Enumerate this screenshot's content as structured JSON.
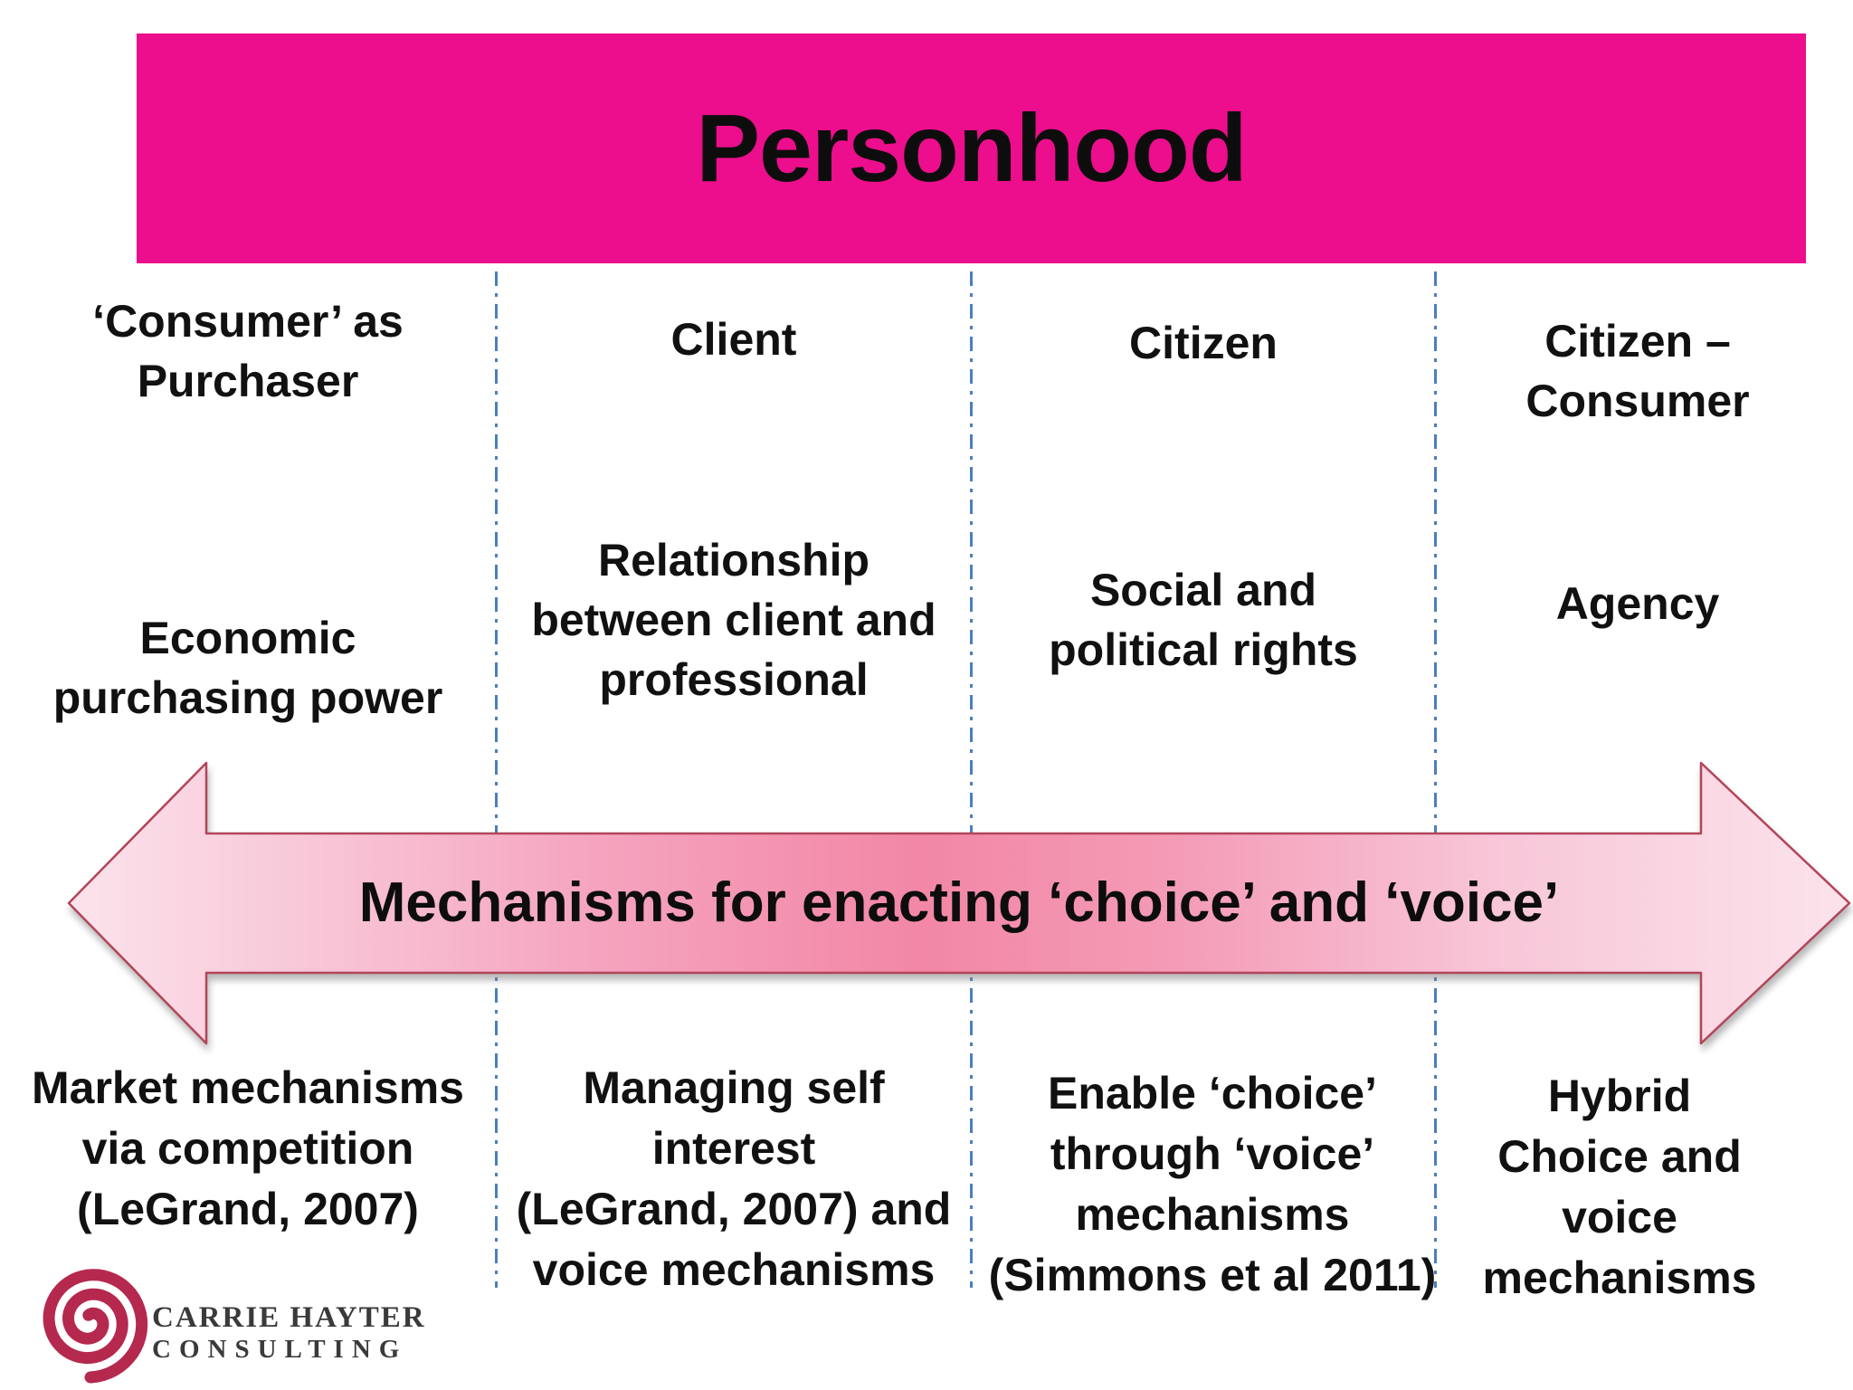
{
  "title": "Personhood",
  "columns": [
    {
      "persona": "‘Consumer’ as\nPurchaser",
      "basis": "Economic\npurchasing power",
      "mechanism": "Market mechanisms\nvia competition\n(LeGrand, 2007)"
    },
    {
      "persona": "Client",
      "basis": "Relationship\nbetween client and\nprofessional",
      "mechanism": "Managing self\ninterest\n(LeGrand, 2007) and\nvoice mechanisms"
    },
    {
      "persona": "Citizen",
      "basis": "Social and\npolitical rights",
      "mechanism": "Enable ‘choice’\nthrough ‘voice’\nmechanisms\n(Simmons et al 2011)"
    },
    {
      "persona": "Citizen –\nConsumer",
      "basis": "Agency",
      "mechanism": "Hybrid\nChoice and\nvoice\nmechanisms"
    }
  ],
  "arrow": {
    "label": "Mechanisms for enacting ‘choice’ and ‘voice’"
  },
  "logo": {
    "name": "CARRIE HAYTER",
    "subname": "CONSULTING"
  },
  "colors": {
    "header_pink": "#EC0E8C",
    "divider_blue": "#4D7EBB",
    "arrow_border": "#B2455A",
    "arrow_center_pink": "#F287A6",
    "arrow_edge_pink": "#FBE3EB",
    "logo_red": "#B5294E",
    "text_black": "#111111"
  }
}
